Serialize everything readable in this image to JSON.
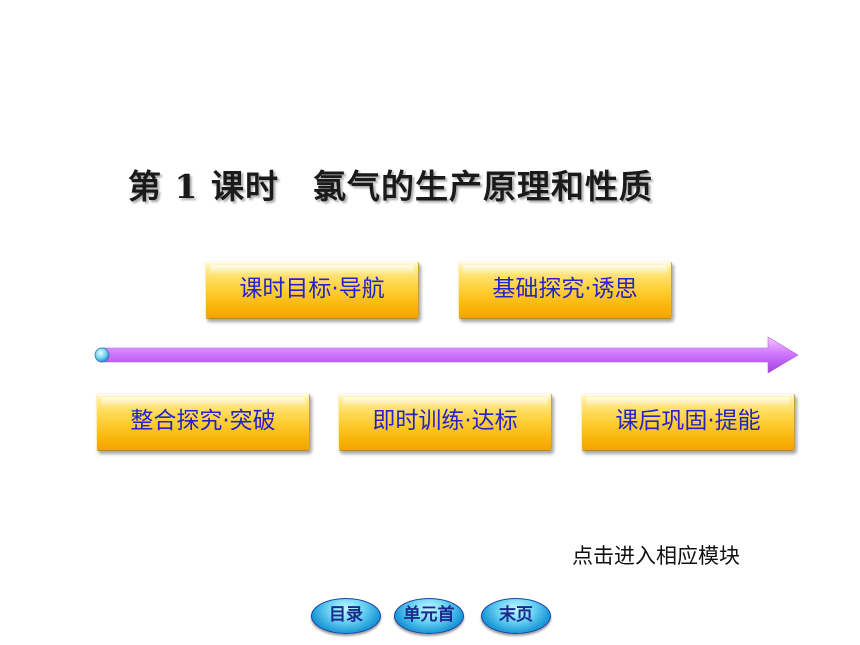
{
  "slide": {
    "title": "第 1 课时　氯气的生产原理和性质",
    "hint": "点击进入相应模块"
  },
  "modules": {
    "top": [
      {
        "label": "课时目标·导航"
      },
      {
        "label": "基础探究·诱思"
      }
    ],
    "bottom": [
      {
        "label": "整合探究·突破"
      },
      {
        "label": "即时训练·达标"
      },
      {
        "label": "课后巩固·提能"
      }
    ]
  },
  "nav": {
    "contents": "目录",
    "unit_start": "单元首",
    "last_page": "末页"
  },
  "colors": {
    "module_text": "#2424c8",
    "module_gold": "#ffd23c",
    "arrow_purple": "#cc66ff",
    "nav_blue": "#1f9bd9",
    "nav_text": "#1b2a8c"
  },
  "icons": {
    "timeline": "timeline-arrow-icon",
    "start_dot": "timeline-start-dot-icon"
  }
}
